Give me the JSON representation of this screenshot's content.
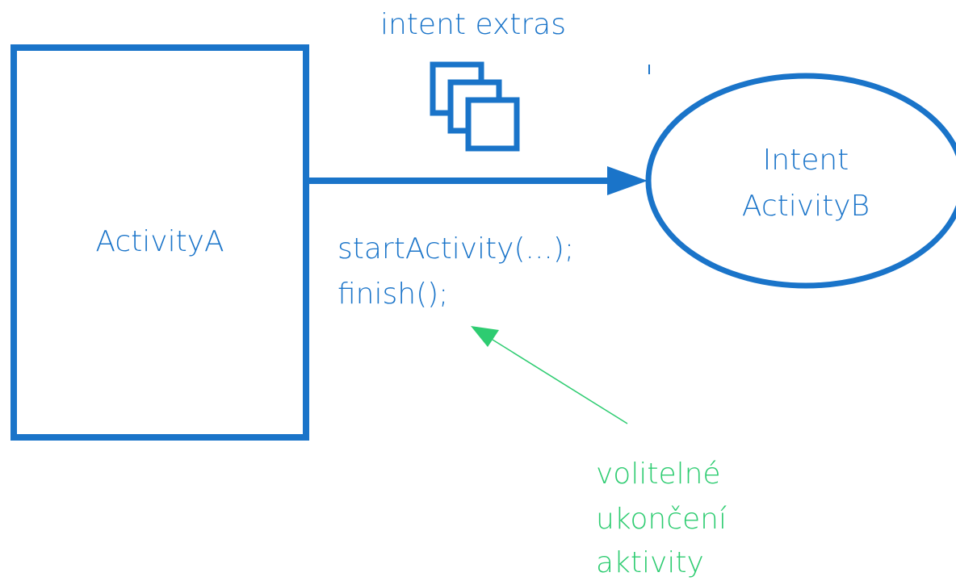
{
  "colors": {
    "primary": "#1a74c9",
    "note": "#2ecc71",
    "background": "#ffffff"
  },
  "extras": {
    "label": "intent extras",
    "icon": "stacked-documents-icon"
  },
  "activity_a": {
    "label": "ActivityA"
  },
  "intent_b": {
    "line1": "Intent",
    "line2": "ActivityB"
  },
  "code": {
    "line1": "startActivity(...);",
    "line2": "finish();"
  },
  "note": {
    "line1": "volitelné",
    "line2": "ukončení",
    "line3": "aktivity"
  }
}
